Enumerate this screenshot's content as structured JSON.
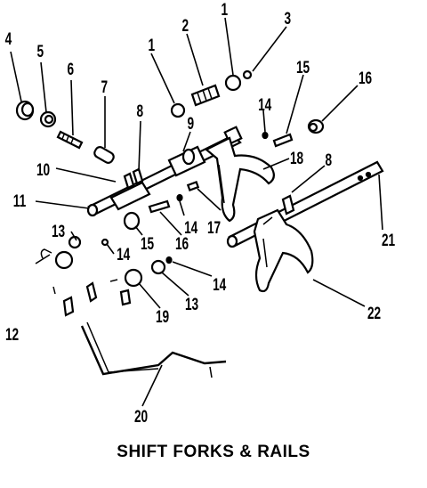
{
  "title": "SHIFT FORKS & RAILS",
  "callouts": [
    {
      "id": "c1a",
      "text": "1"
    },
    {
      "id": "c2",
      "text": "2"
    },
    {
      "id": "c1b",
      "text": "1"
    },
    {
      "id": "c3",
      "text": "3"
    },
    {
      "id": "c4",
      "text": "4"
    },
    {
      "id": "c5",
      "text": "5"
    },
    {
      "id": "c6",
      "text": "6"
    },
    {
      "id": "c7",
      "text": "7"
    },
    {
      "id": "c8a",
      "text": "8"
    },
    {
      "id": "c9",
      "text": "9"
    },
    {
      "id": "c10",
      "text": "10"
    },
    {
      "id": "c11",
      "text": "11"
    },
    {
      "id": "c12",
      "text": "12"
    },
    {
      "id": "c13a",
      "text": "13"
    },
    {
      "id": "c14a",
      "text": "14"
    },
    {
      "id": "c14b",
      "text": "14"
    },
    {
      "id": "c14c",
      "text": "14"
    },
    {
      "id": "c14d",
      "text": "14"
    },
    {
      "id": "c15a",
      "text": "15"
    },
    {
      "id": "c16a",
      "text": "16"
    },
    {
      "id": "c17",
      "text": "17"
    },
    {
      "id": "c18",
      "text": "18"
    },
    {
      "id": "c8b",
      "text": "8"
    },
    {
      "id": "c15b",
      "text": "15"
    },
    {
      "id": "c16b",
      "text": "16"
    },
    {
      "id": "c13b",
      "text": "13"
    },
    {
      "id": "c19",
      "text": "19"
    },
    {
      "id": "c20",
      "text": "20"
    },
    {
      "id": "c21",
      "text": "21"
    },
    {
      "id": "c22",
      "text": "22"
    }
  ]
}
